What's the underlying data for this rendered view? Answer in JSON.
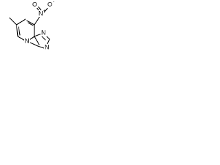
{
  "molecule": {
    "atoms": {
      "nitro_nitrogen": "N",
      "nitro_oxygen_left": "O",
      "nitro_oxygen_right": "O",
      "nitro_charge_plus": "+",
      "nitro_charge_minus": "-",
      "ring_nitrogen_bridge": "N",
      "ring_nitrogen_top": "N",
      "ring_nitrogen_right": "N"
    },
    "colors": {
      "bond": "#000000",
      "text": "#000000",
      "background": "#ffffff"
    }
  }
}
